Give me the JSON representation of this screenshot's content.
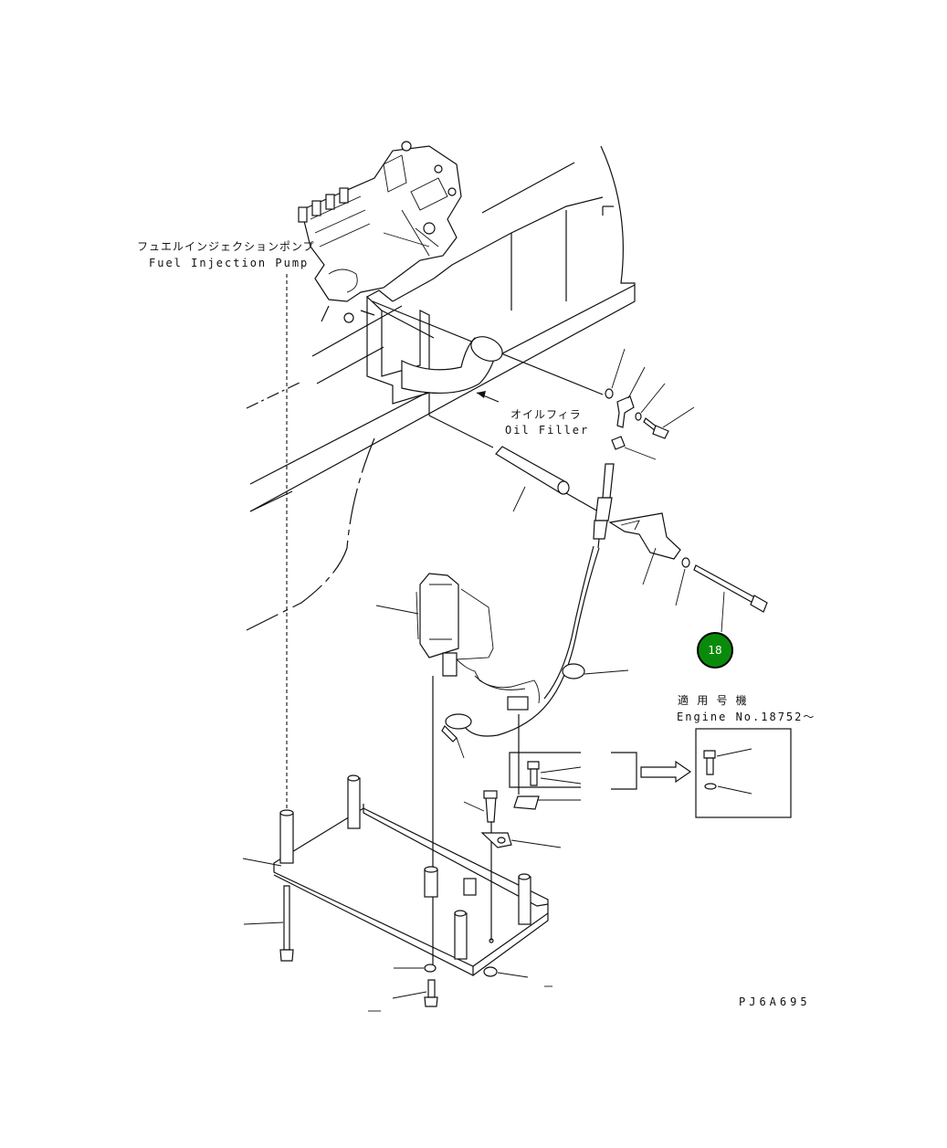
{
  "labels": {
    "fuel_injection_pump_jp": "フュエルインジェクションポンプ",
    "fuel_injection_pump_en": "Fuel Injection Pump",
    "oil_filler_jp": "オイルフィラ",
    "oil_filler_en": "Oil Filler",
    "applicable_jp": "適 用 号 機",
    "applicable_en": "Engine No.18752～",
    "drawing_code": "PJ6A695"
  },
  "callout": {
    "number": "18",
    "color": "#0a8a0a"
  }
}
